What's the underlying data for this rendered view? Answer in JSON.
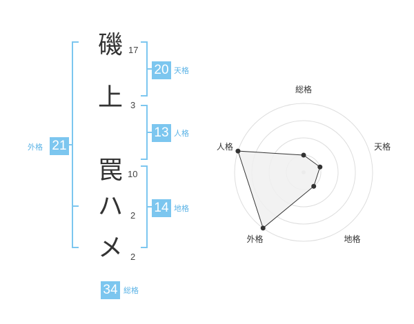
{
  "name": {
    "chars": [
      {
        "char": "磯",
        "strokes": "17"
      },
      {
        "char": "上",
        "strokes": "3"
      },
      {
        "char": "罠",
        "strokes": "10"
      },
      {
        "char": "ハ",
        "strokes": "2"
      },
      {
        "char": "メ",
        "strokes": "2"
      }
    ]
  },
  "kaku": {
    "tenkaku": {
      "value": "20",
      "label": "天格"
    },
    "jinkaku": {
      "value": "13",
      "label": "人格"
    },
    "chikaku": {
      "value": "14",
      "label": "地格"
    },
    "gaikaku": {
      "value": "21",
      "label": "外格"
    },
    "soukaku": {
      "value": "34",
      "label": "総格"
    }
  },
  "chart_data": {
    "type": "radar",
    "axes": [
      "総格",
      "天格",
      "地格",
      "外格",
      "人格"
    ],
    "values": [
      1,
      1,
      1,
      4,
      4
    ],
    "max": 4,
    "rings": 4
  },
  "colors": {
    "accent": "#7cc6ef",
    "accent_text": "#5bb3e6",
    "polygon_fill": "#f0f0f0",
    "grid": "#dddddd"
  }
}
